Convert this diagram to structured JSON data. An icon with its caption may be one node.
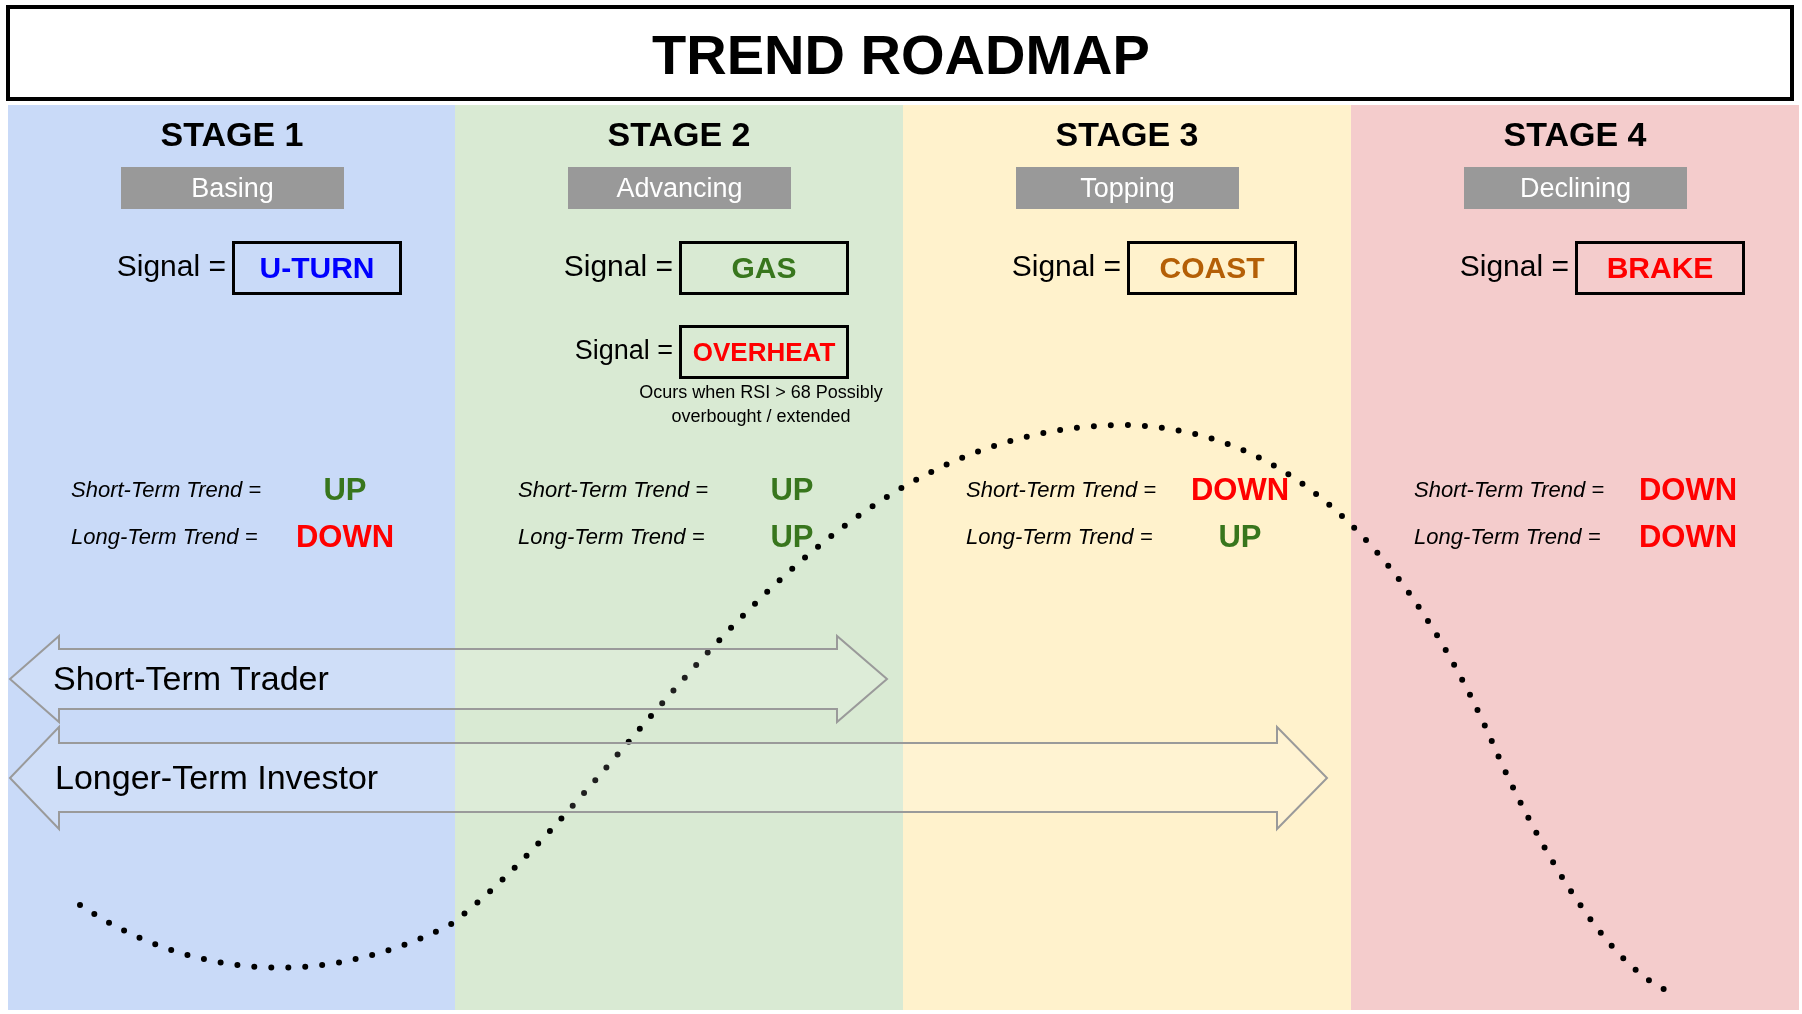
{
  "diagram": {
    "title": "TREND ROADMAP",
    "nodes": [
      {
        "text": [
          "STAGE 1"
        ]
      },
      {
        "text": [
          "Basing"
        ],
        "in": 0
      },
      {
        "text": [
          "U-TURN"
        ],
        "in": 0,
        "beside": [
          "Signal ="
        ]
      },
      {
        "text": [
          "STAGE 2"
        ]
      },
      {
        "text": [
          "Advancing"
        ],
        "in": 3
      },
      {
        "text": [
          "GAS"
        ],
        "in": 3,
        "beside": [
          "Signal ="
        ]
      },
      {
        "text": [
          "OVERHEAT"
        ],
        "in": 3,
        "beside": [
          "Signal =",
          "Ocurs when RSI > 68 Possibly overbought / extended"
        ]
      },
      {
        "text": [
          "STAGE 3"
        ]
      },
      {
        "text": [
          "Topping"
        ],
        "in": 7
      },
      {
        "text": [
          "COAST"
        ],
        "in": 7,
        "beside": [
          "Signal ="
        ]
      },
      {
        "text": [
          "STAGE 4"
        ]
      },
      {
        "text": [
          "Declining"
        ],
        "in": 10
      },
      {
        "text": [
          "BRAKE"
        ],
        "in": 10,
        "beside": [
          "Signal ="
        ]
      },
      {
        "text": [
          "Short-Term Trader"
        ]
      },
      {
        "text": [
          "Longer-Term Investor"
        ]
      }
    ],
    "labels": [
      "Short-Term Trend =",
      "UP",
      "Short-Term Trend =",
      "UP",
      "Short-Term Trend =",
      "DOWN",
      "Short-Term Trend =",
      "DOWN",
      "Long-Term Trend =",
      "DOWN",
      "Long-Term Trend =",
      "UP",
      "Long-Term Trend =",
      "UP",
      "Long-Term Trend =",
      "DOWN"
    ]
  }
}
